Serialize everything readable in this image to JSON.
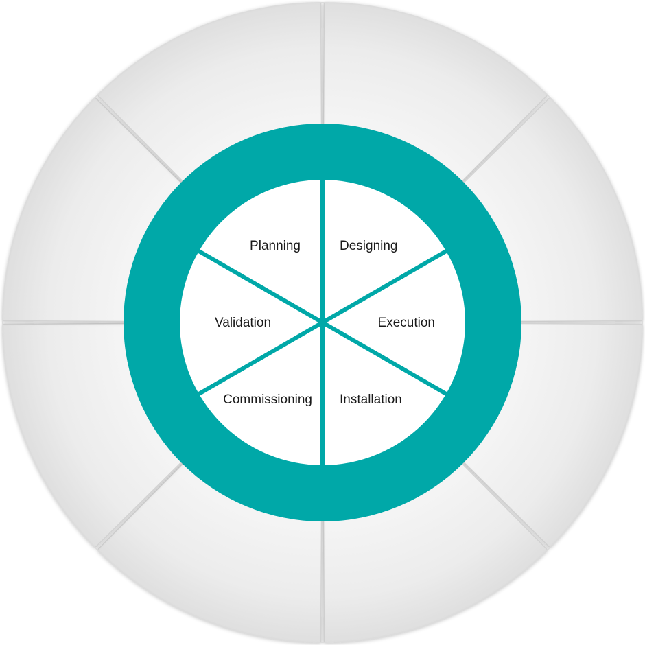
{
  "diagram": {
    "outer_segments": 8,
    "phase_count": 6,
    "phases": [
      {
        "label": "Planning"
      },
      {
        "label": "Designing"
      },
      {
        "label": "Execution"
      },
      {
        "label": "Installation"
      },
      {
        "label": "Commissioning"
      },
      {
        "label": "Validation"
      }
    ]
  },
  "colors": {
    "ring": "#00a8a8",
    "divider": "#00a8a8",
    "center_fill": "#ffffff",
    "outer_light": "#f6f6f6",
    "outer_dark": "#dcdcdc",
    "outer_seam": "#d2d2d2",
    "label_text": "#1a1a1a"
  }
}
